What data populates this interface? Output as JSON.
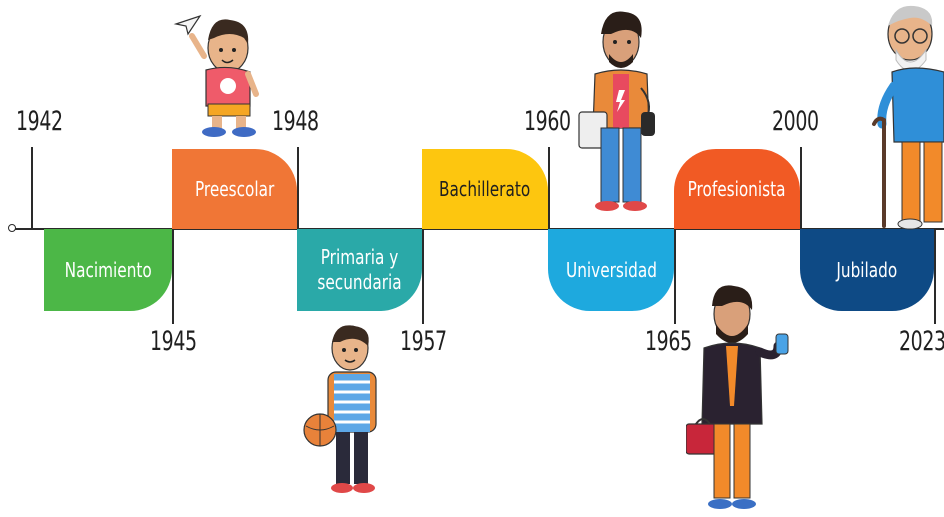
{
  "years": [
    "1942",
    "1945",
    "1948",
    "1957",
    "1960",
    "1965",
    "2000",
    "2023"
  ],
  "stages": [
    {
      "label": "Nacimiento",
      "color": "#4cb747"
    },
    {
      "label": "Preescolar",
      "color": "#f07636"
    },
    {
      "label": "Primaria y\nsecundaria",
      "color": "#2aa9a8"
    },
    {
      "label": "Bachillerato",
      "color": "#fdc60f"
    },
    {
      "label": "Universidad",
      "color": "#1ea9de"
    },
    {
      "label": "Profesionista",
      "color": "#f15a24"
    },
    {
      "label": "Jubilado",
      "color": "#0e4a85"
    }
  ],
  "icons": [
    "child-paper-plane-icon",
    "student-backpack-ball-icon",
    "young-man-tablet-icon",
    "businessman-phone-briefcase-icon",
    "elderly-man-cane-icon"
  ]
}
